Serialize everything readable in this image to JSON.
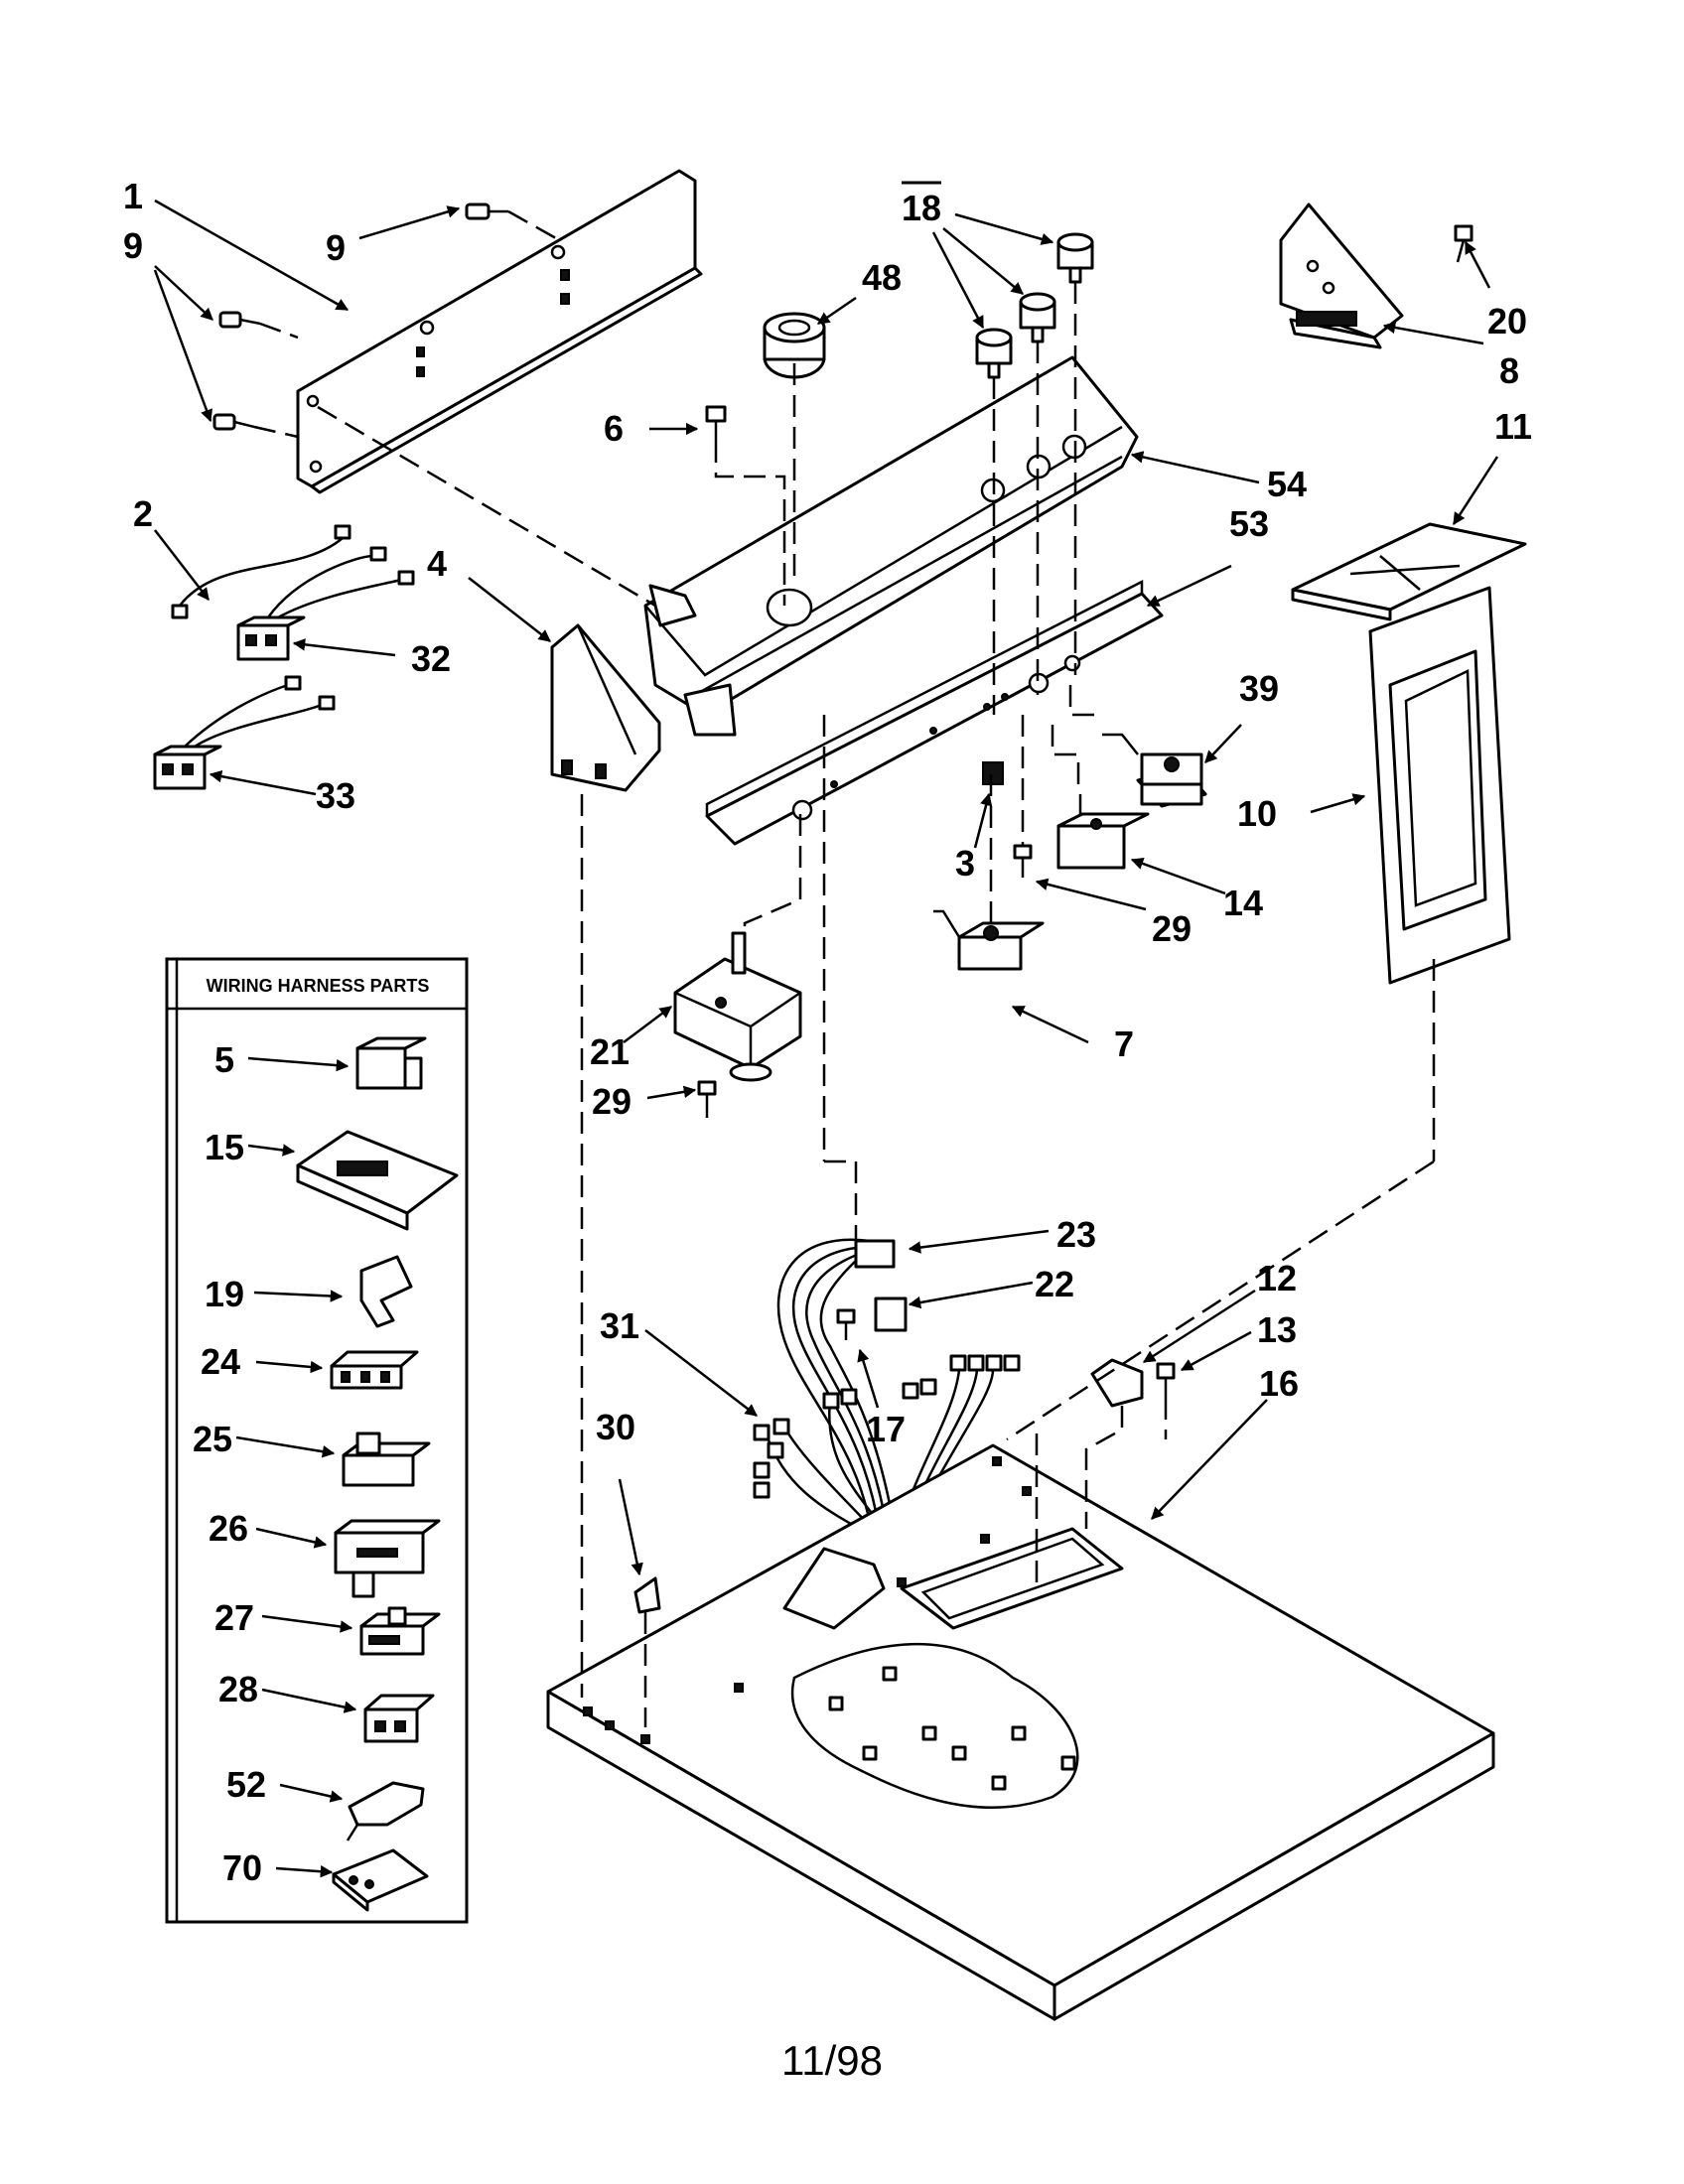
{
  "callouts": {
    "c1": "1",
    "c2": "2",
    "c3": "3",
    "c4": "4",
    "c5": "5",
    "c6": "6",
    "c7": "7",
    "c8": "8",
    "c9a": "9",
    "c9b": "9",
    "c10": "10",
    "c11": "11",
    "c12": "12",
    "c13": "13",
    "c14": "14",
    "c15": "15",
    "c16": "16",
    "c17": "17",
    "c18": "18",
    "c19": "19",
    "c20": "20",
    "c21": "21",
    "c22": "22",
    "c23": "23",
    "c24": "24",
    "c25": "25",
    "c26": "26",
    "c27": "27",
    "c28": "28",
    "c29a": "29",
    "c29b": "29",
    "c30": "30",
    "c31": "31",
    "c32": "32",
    "c33": "33",
    "c39": "39",
    "c48": "48",
    "c52": "52",
    "c53": "53",
    "c54": "54",
    "c70": "70"
  },
  "harness_box": {
    "title": "WIRING HARNESS PARTS"
  },
  "footer": {
    "date": "11/98"
  }
}
